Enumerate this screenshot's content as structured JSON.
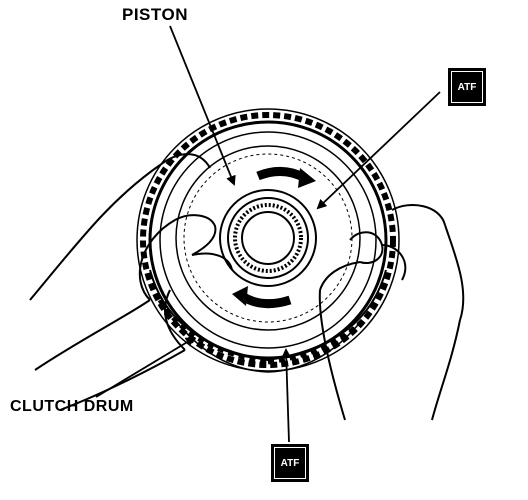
{
  "labels": {
    "piston": "PISTON",
    "clutch_drum": "CLUTCH DRUM"
  },
  "badges": {
    "atf_top": "ATF",
    "atf_bottom": "ATF"
  },
  "colors": {
    "ink": "#000000",
    "paper": "#ffffff"
  }
}
